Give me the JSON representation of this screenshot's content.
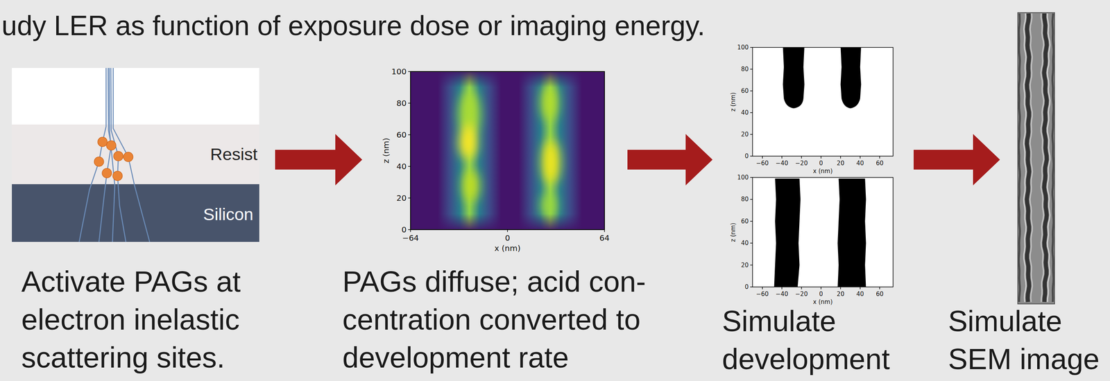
{
  "diagram": {
    "nodes": [
      {
        "text": [
          "Activate PAGs at electron inelastic scattering sites."
        ]
      },
      {
        "text": [
          "PAGs diffuse; acid con- centration converted to development rate"
        ]
      },
      {
        "text": [
          "Simulate development"
        ]
      },
      {
        "text": [
          "Simulate SEM image"
        ]
      }
    ],
    "edges": [
      {
        "from": 0,
        "to": 1,
        "arrow": "to"
      },
      {
        "from": 1,
        "to": 2,
        "arrow": "to"
      },
      {
        "from": 2,
        "to": 3,
        "arrow": "to"
      }
    ],
    "labels": [
      "udy LER as function of exposure dose or imaging energy.",
      "Resist",
      "Silicon",
      "0",
      "20",
      "40",
      "60",
      "80",
      "100",
      "−64",
      "0",
      "64",
      "z (nm)",
      "x (nm)",
      "0",
      "20",
      "40",
      "60",
      "80",
      "100",
      "−60",
      "−40",
      "−20",
      "0",
      "20",
      "40",
      "60",
      "z (nm)",
      "x (nm)",
      "0",
      "20",
      "40",
      "60",
      "80",
      "100",
      "−60",
      "−40",
      "−20",
      "0",
      "20",
      "40",
      "60",
      "z (nm)",
      "x (nm)"
    ]
  }
}
